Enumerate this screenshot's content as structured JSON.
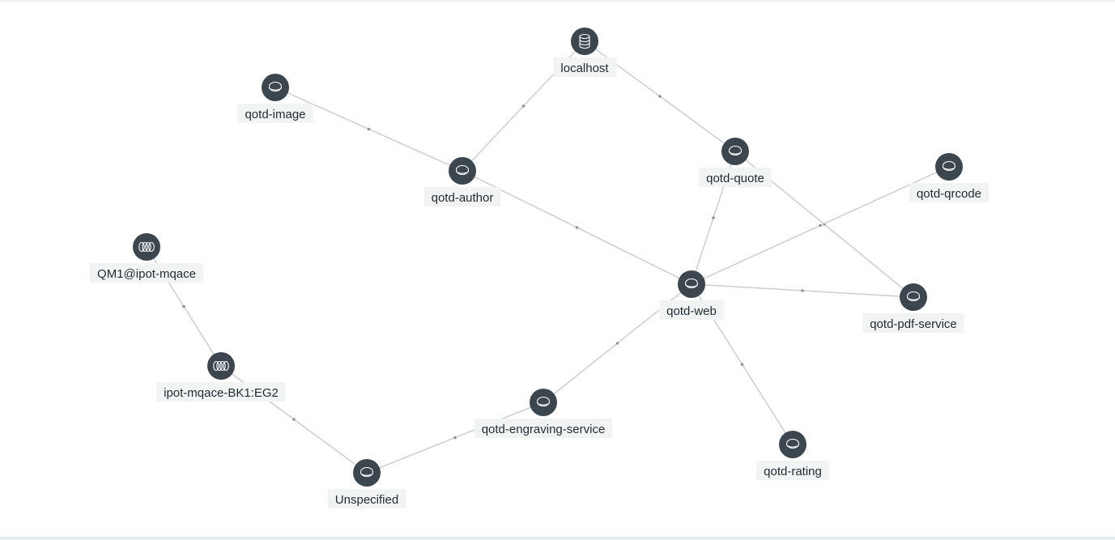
{
  "graph": {
    "nodes": [
      {
        "id": "localhost",
        "label": "localhost",
        "icon": "database-icon"
      },
      {
        "id": "qotd-image",
        "label": "qotd-image",
        "icon": "service-icon"
      },
      {
        "id": "qotd-author",
        "label": "qotd-author",
        "icon": "service-icon"
      },
      {
        "id": "qotd-quote",
        "label": "qotd-quote",
        "icon": "service-icon"
      },
      {
        "id": "qotd-qrcode",
        "label": "qotd-qrcode",
        "icon": "service-icon"
      },
      {
        "id": "QM1@ipot-mqace",
        "label": "QM1@ipot-mqace",
        "icon": "queue-icon"
      },
      {
        "id": "qotd-web",
        "label": "qotd-web",
        "icon": "service-icon"
      },
      {
        "id": "qotd-pdf-service",
        "label": "qotd-pdf-service",
        "icon": "service-icon"
      },
      {
        "id": "ipot-mqace-BK1:EG2",
        "label": "ipot-mqace-BK1:EG2",
        "icon": "queue-icon"
      },
      {
        "id": "qotd-engraving-service",
        "label": "qotd-engraving-service",
        "icon": "service-icon"
      },
      {
        "id": "qotd-rating",
        "label": "qotd-rating",
        "icon": "service-icon"
      },
      {
        "id": "Unspecified",
        "label": "Unspecified",
        "icon": "service-icon"
      }
    ],
    "edges": [
      {
        "from": "qotd-author",
        "to": "localhost"
      },
      {
        "from": "localhost",
        "to": "qotd-quote"
      },
      {
        "from": "qotd-image",
        "to": "qotd-author"
      },
      {
        "from": "qotd-author",
        "to": "qotd-web"
      },
      {
        "from": "qotd-quote",
        "to": "qotd-web"
      },
      {
        "from": "qotd-quote",
        "to": "qotd-pdf-service"
      },
      {
        "from": "qotd-web",
        "to": "qotd-qrcode"
      },
      {
        "from": "qotd-web",
        "to": "qotd-pdf-service"
      },
      {
        "from": "qotd-web",
        "to": "qotd-rating"
      },
      {
        "from": "qotd-web",
        "to": "qotd-engraving-service"
      },
      {
        "from": "qotd-engraving-service",
        "to": "Unspecified"
      },
      {
        "from": "QM1@ipot-mqace",
        "to": "ipot-mqace-BK1:EG2"
      },
      {
        "from": "ipot-mqace-BK1:EG2",
        "to": "Unspecified"
      }
    ]
  }
}
